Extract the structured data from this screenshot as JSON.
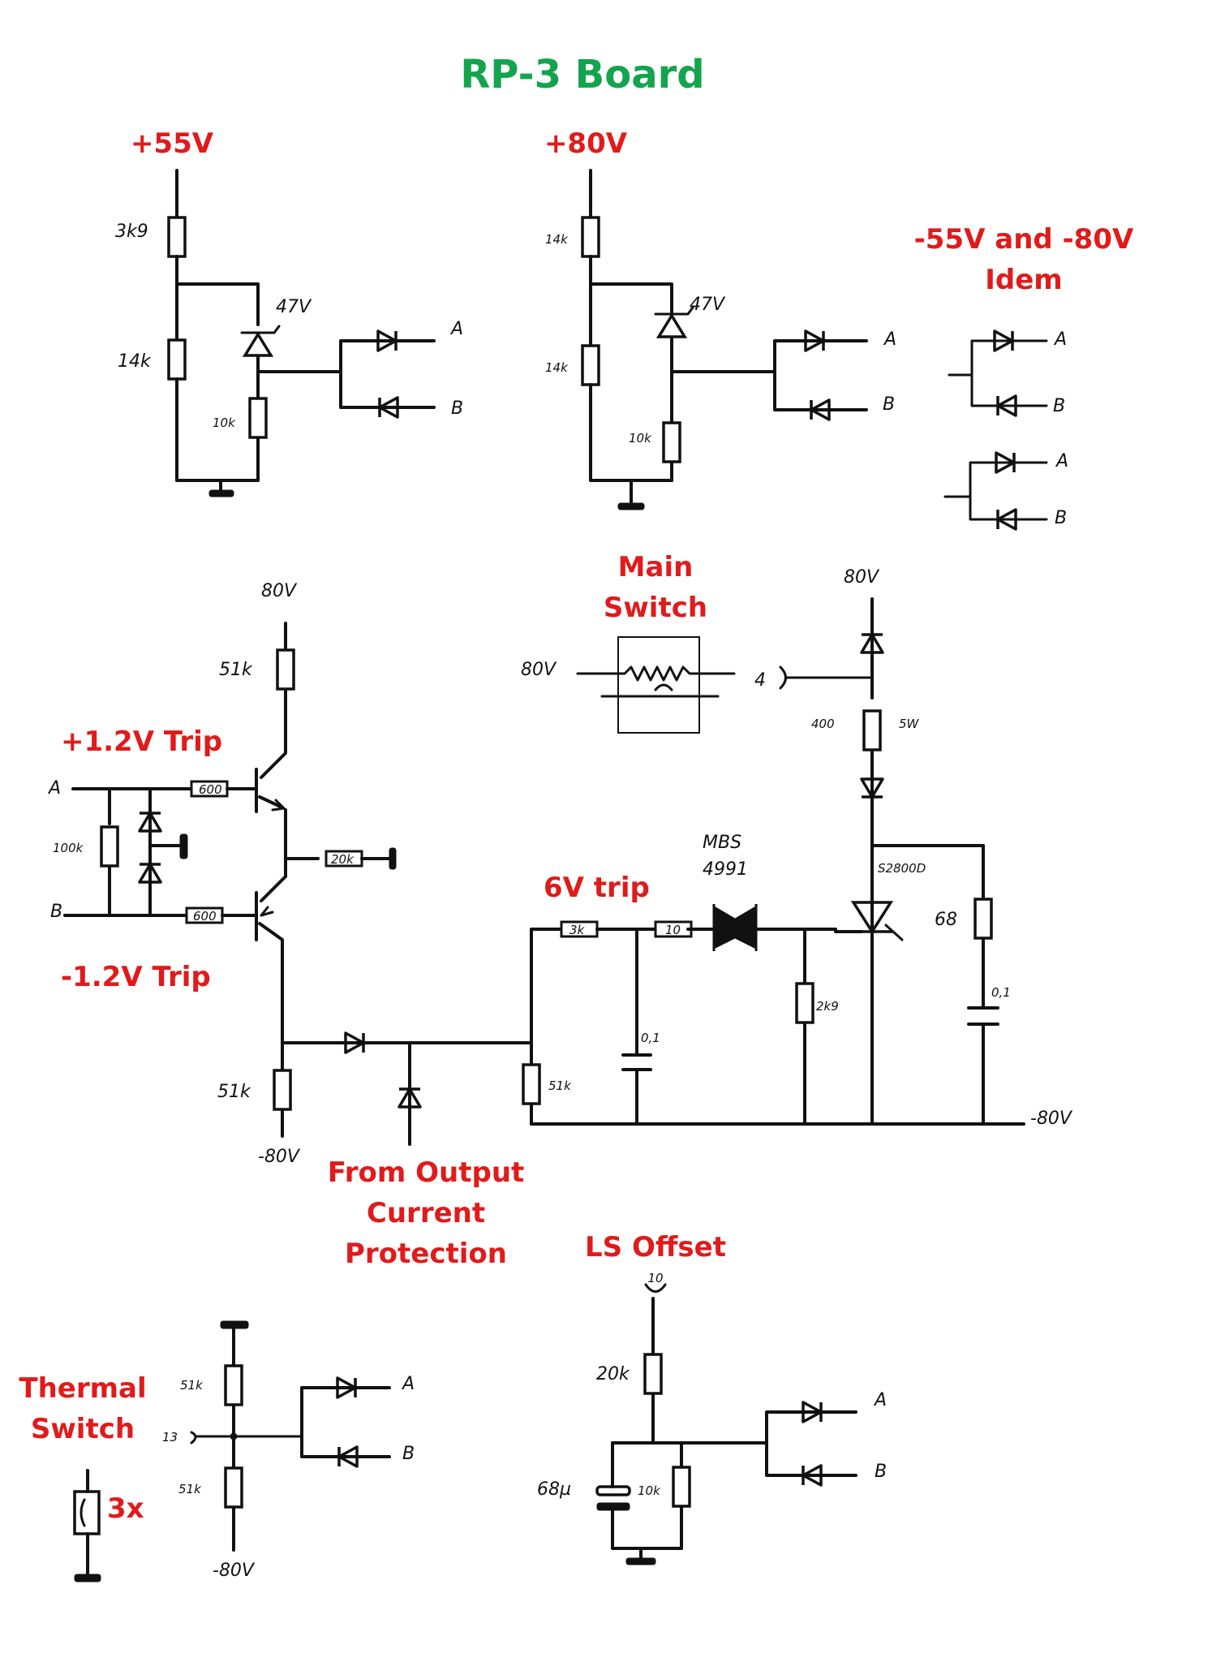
{
  "title": "RP-3 Board",
  "red_labels": {
    "p55": "+55V",
    "p80": "+80V",
    "neg_idem_1": "-55V and -80V",
    "neg_idem_2": "Idem",
    "main_switch_1": "Main",
    "main_switch_2": "Switch",
    "trip_pos": "+1.2V Trip",
    "trip_neg": "-1.2V Trip",
    "trip_6v": "6V trip",
    "from_output_1": "From Output",
    "from_output_2": "Current",
    "from_output_3": "Protection",
    "ls_offset": "LS Offset",
    "thermal_1": "Thermal",
    "thermal_2": "Switch",
    "thermal_count": "3x"
  },
  "component_labels": {
    "r_3k9": "3k9",
    "r_14k_a": "14k",
    "r_14k_b": "14k",
    "r_14k_c": "14k",
    "r_10k_a": "10k",
    "r_10k_b": "10k",
    "z_47v_a": "47V",
    "z_47v_b": "47V",
    "out_a": "A",
    "out_b": "B",
    "v80_top": "80V",
    "r_51k_top": "51k",
    "r_600_a": "600",
    "r_600_b": "600",
    "r_100k": "100k",
    "r_20k": "20k",
    "r_51k_bot": "51k",
    "neg80": "-80V",
    "v80_switch": "80V",
    "pin4": "4",
    "v80_right": "80V",
    "r_400": "400",
    "r_5w": "5W",
    "mbs": "MBS",
    "mbs_num": "4991",
    "scr": "S2800D",
    "r_68": "68",
    "c_01_a": "0,1",
    "c_01_b": "0,1",
    "r_3k": "3k",
    "r_10": "10",
    "r_51k_mid": "51k",
    "r_2k9": "2k9",
    "neg80_right": "-80V",
    "ls_pin": "10",
    "r_20k_ls": "20k",
    "c_68u": "68µ",
    "r_10k_ls": "10k",
    "th_pin": "13",
    "th_51k_a": "51k",
    "th_51k_b": "51k",
    "th_neg80": "-80V"
  },
  "colors": {
    "title": "#14a44d",
    "label": "#e01b1b",
    "ink": "#111111"
  }
}
